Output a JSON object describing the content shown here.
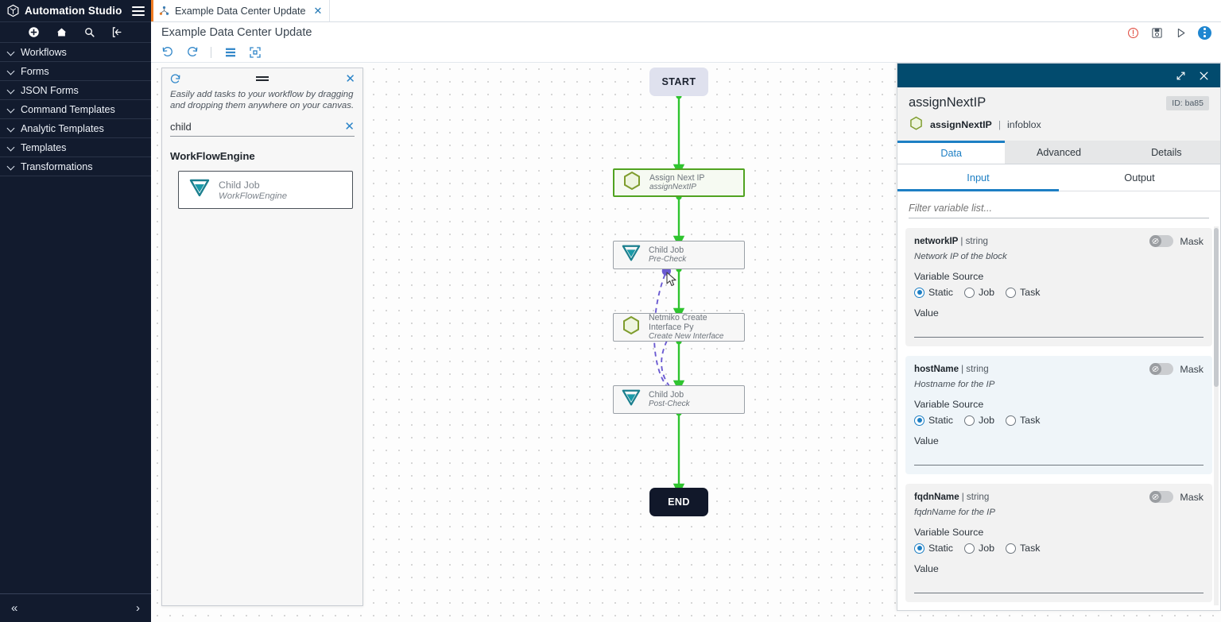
{
  "sidebar": {
    "brand": "Automation Studio",
    "tools": [
      "add-icon",
      "home-icon",
      "search-icon",
      "logout-icon"
    ],
    "items": [
      {
        "label": "Workflows"
      },
      {
        "label": "Forms"
      },
      {
        "label": "JSON Forms"
      },
      {
        "label": "Command Templates"
      },
      {
        "label": "Analytic Templates"
      },
      {
        "label": "Templates"
      },
      {
        "label": "Transformations"
      }
    ],
    "footer": {
      "collapse": "«",
      "expand": "›"
    }
  },
  "tabbar": {
    "tabs": [
      {
        "label": "Example Data Center Update",
        "close": "✕",
        "active": true
      }
    ]
  },
  "titlebar": {
    "title": "Example Data Center Update",
    "actions": [
      "error-icon",
      "save-icon",
      "run-icon",
      "more-options-icon"
    ]
  },
  "canvas_toolbar": {
    "buttons": [
      "undo-icon",
      "redo-icon",
      "list-view-icon",
      "fit-to-screen-icon"
    ]
  },
  "palette": {
    "hint": "Easily add tasks to your workflow by dragging and dropping them anywhere on your canvas.",
    "search_value": "child",
    "search_clear": "✕",
    "close": "✕",
    "group_label": "WorkFlowEngine",
    "items": [
      {
        "name": "Child Job",
        "source": "WorkFlowEngine"
      }
    ]
  },
  "workflow": {
    "start_label": "START",
    "end_label": "END",
    "nodes": [
      {
        "title": "Assign Next IP",
        "subtitle": "assignNextIP",
        "icon": "hexagon-icon",
        "selected": true
      },
      {
        "title": "Child Job",
        "subtitle": "Pre-Check",
        "icon": "triangle-icon",
        "selected": false
      },
      {
        "title": "Netmiko Create Interface Py",
        "subtitle": "Create New Interface",
        "icon": "hexagon-icon",
        "selected": false
      },
      {
        "title": "Child Job",
        "subtitle": "Post-Check",
        "icon": "triangle-icon",
        "selected": false
      }
    ]
  },
  "detail": {
    "expand": "expand-icon",
    "close": "close-icon",
    "title": "assignNextIP",
    "id_badge": "ID: ba85",
    "task_name": "assignNextIP",
    "separator": "|",
    "task_source": "infoblox",
    "tabs": [
      {
        "label": "Data",
        "active": true
      },
      {
        "label": "Advanced",
        "active": false
      },
      {
        "label": "Details",
        "active": false
      }
    ],
    "subtabs": [
      {
        "label": "Input",
        "active": true
      },
      {
        "label": "Output",
        "active": false
      }
    ],
    "filter_placeholder": "Filter variable list...",
    "mask_label": "Mask",
    "variable_source_label": "Variable Source",
    "value_label": "Value",
    "source_options": [
      "Static",
      "Job",
      "Task"
    ],
    "variables": [
      {
        "name": "networkIP",
        "type": "string",
        "description": "Network IP of the block",
        "selected_source": "Static",
        "value": "",
        "mask": false,
        "style": "g"
      },
      {
        "name": "hostName",
        "type": "string",
        "description": "Hostname for the IP",
        "selected_source": "Static",
        "value": "",
        "mask": false,
        "style": "b"
      },
      {
        "name": "fqdnName",
        "type": "string",
        "description": "fqdnName for the IP",
        "selected_source": "Static",
        "value": "",
        "mask": false,
        "style": "g"
      }
    ]
  },
  "colors": {
    "sidebar_bg": "#121b2e",
    "panel_header": "#024b6e",
    "accent_blue": "#1d7fc4",
    "tab_accent_orange": "#f07c22",
    "edge_green": "#2fc42f",
    "selected_node_green": "#51a321",
    "dependency_purple": "#6b5bd2",
    "hexagon_green": "#7e9c2d",
    "triangle_teal": "#1b7f8e"
  }
}
